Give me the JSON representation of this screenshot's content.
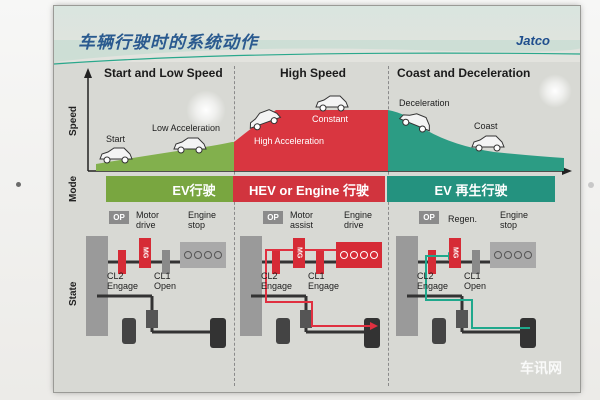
{
  "slide": {
    "title": "车辆行驶时的系统动作",
    "logo": "Jatco"
  },
  "axes": {
    "speed": "Speed",
    "mode": "Mode",
    "state": "State"
  },
  "columns": [
    {
      "heading": "Start and Low Speed"
    },
    {
      "heading": "High Speed"
    },
    {
      "heading": "Coast and Deceleration"
    }
  ],
  "speed_labels": {
    "start": "Start",
    "low_acceleration": "Low Acceleration",
    "high_acceleration": "High Acceleration",
    "constant": "Constant",
    "deceleration": "Deceleration",
    "coast": "Coast"
  },
  "modes": {
    "ev": "EV行驶",
    "hev": "HEV or Engine 行驶",
    "regen": "EV 再生行驶"
  },
  "state_panels": [
    {
      "op": "OP",
      "mg": "MG",
      "motor": "Motor drive",
      "engine": "Engine stop",
      "cl2": "CL2 Engage",
      "cl1": "CL1 Open",
      "engine_on": false
    },
    {
      "op": "OP",
      "mg": "MG",
      "motor": "Motor assist",
      "engine": "Engine drive",
      "cl2": "CL2 Engage",
      "cl1": "CL1 Engage",
      "engine_on": true
    },
    {
      "op": "OP",
      "mg": "MG",
      "motor": "Regen.",
      "engine": "Engine stop",
      "cl2": "CL2 Engage",
      "cl1": "CL1 Open",
      "engine_on": false
    }
  ],
  "watermark": "车讯网",
  "colors": {
    "ev_green": "#79a640",
    "hev_red": "#d1343e",
    "regen_teal": "#24927f",
    "title_blue": "#2a5a8f"
  }
}
